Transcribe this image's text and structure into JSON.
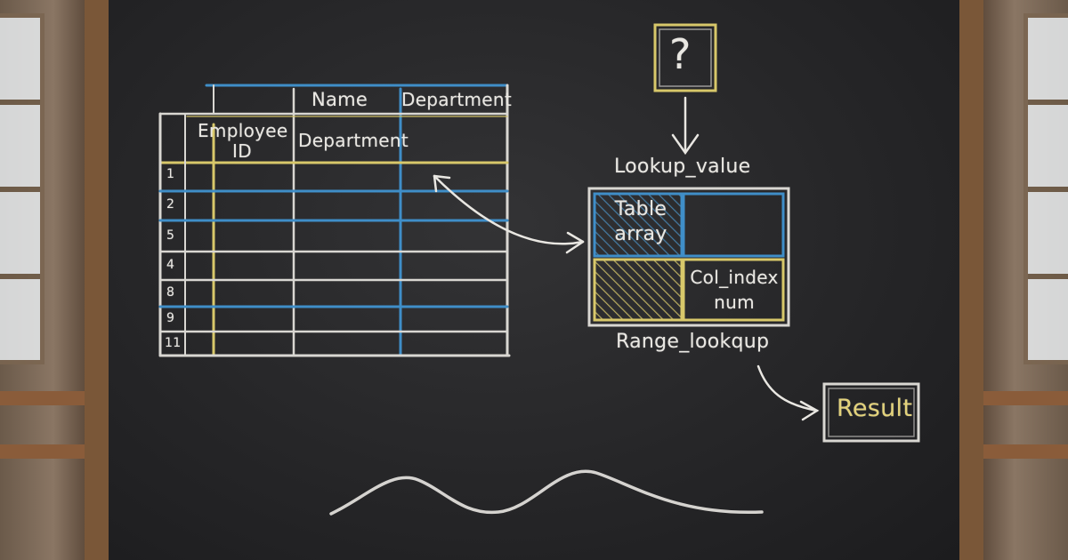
{
  "table": {
    "header_top": [
      "Name",
      "Department"
    ],
    "header_second": [
      "Employee ID",
      "Department"
    ],
    "row_numbers": [
      "1",
      "2",
      "5",
      "4",
      "8",
      "9",
      "11"
    ]
  },
  "diagram": {
    "question_mark": "?",
    "lookup_value": "Lookup_value",
    "table_array": "Table array",
    "col_index": "Col_index num",
    "range_lookup": "Range_lookqup",
    "result": "Result"
  },
  "colors": {
    "chalk_white": "#e9e7e2",
    "chalk_blue": "#3f8ec8",
    "chalk_yellow": "#d8c86a",
    "board": "#262628",
    "frame": "#7a5738"
  }
}
